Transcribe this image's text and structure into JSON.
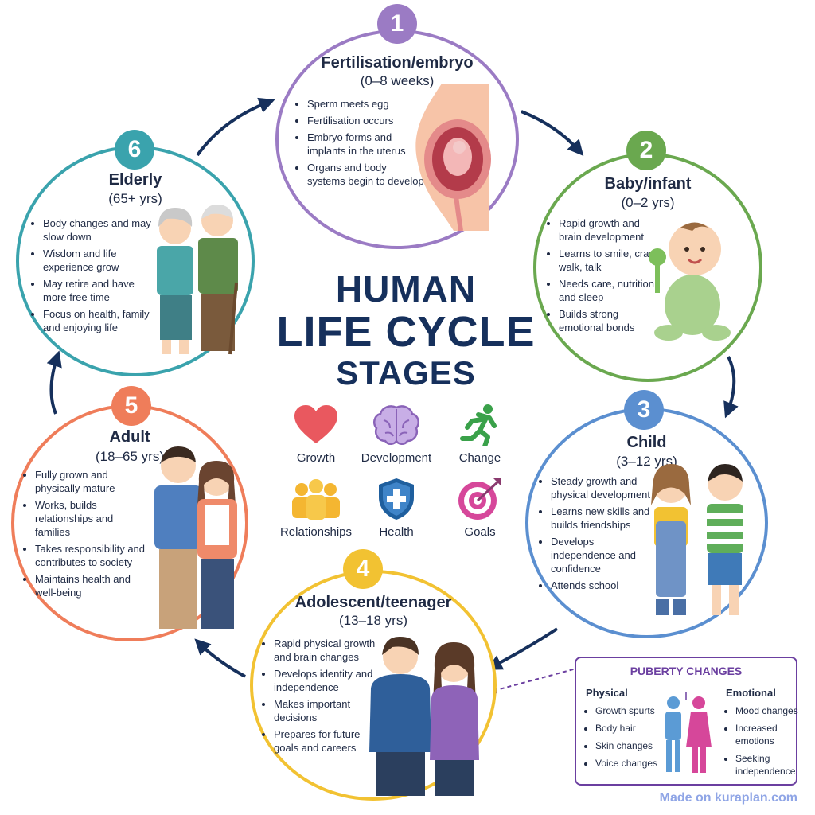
{
  "title": {
    "line1": "HUMAN",
    "line2": "LIFE CYCLE",
    "line3": "STAGES"
  },
  "stages": [
    {
      "number": "1",
      "name": "Fertilisation/embryo",
      "age": "(0–8 weeks)",
      "color": "#9b7bc4",
      "points": [
        "Sperm meets egg",
        "Fertilisation occurs",
        "Embryo forms and implants in the uterus",
        "Organs and body systems begin to develop"
      ]
    },
    {
      "number": "2",
      "name": "Baby/infant",
      "age": "(0–2 yrs)",
      "color": "#6aa84f",
      "points": [
        "Rapid growth and brain development",
        "Learns to smile, crawl, walk, talk",
        "Needs care, nutrition and sleep",
        "Builds strong emotional bonds"
      ]
    },
    {
      "number": "3",
      "name": "Child",
      "age": "(3–12 yrs)",
      "color": "#5b8fd0",
      "points": [
        "Steady growth and physical development",
        "Learns new skills and builds friendships",
        "Develops independence and confidence",
        "Attends school"
      ]
    },
    {
      "number": "4",
      "name": "Adolescent/teenager",
      "age": "(13–18 yrs)",
      "color": "#f2c232",
      "points": [
        "Rapid physical growth and brain changes",
        "Develops identity and independence",
        "Makes important decisions",
        "Prepares for future goals and careers"
      ]
    },
    {
      "number": "5",
      "name": "Adult",
      "age": "(18–65 yrs)",
      "color": "#ef7d5a",
      "points": [
        "Fully grown and physically mature",
        "Works, builds relationships and families",
        "Takes responsibility and contributes to society",
        "Maintains health and well-being"
      ]
    },
    {
      "number": "6",
      "name": "Elderly",
      "age": "(65+ yrs)",
      "color": "#3aa3ad",
      "points": [
        "Body changes and may slow down",
        "Wisdom and life experience grow",
        "May retire and have more free time",
        "Focus on health, family and enjoying life"
      ]
    }
  ],
  "themes": [
    {
      "label": "Growth",
      "icon": "heart-icon",
      "color": "#e9585f"
    },
    {
      "label": "Development",
      "icon": "brain-icon",
      "color": "#a77fd0"
    },
    {
      "label": "Change",
      "icon": "running-person-icon",
      "color": "#3aa14a"
    },
    {
      "label": "Relationships",
      "icon": "people-group-icon",
      "color": "#f4b631"
    },
    {
      "label": "Health",
      "icon": "shield-cross-icon",
      "color": "#1f5f9e"
    },
    {
      "label": "Goals",
      "icon": "target-arrow-icon",
      "color": "#d6479a"
    }
  ],
  "puberty": {
    "title": "PUBERTY CHANGES",
    "physical_heading": "Physical",
    "physical": [
      "Growth spurts",
      "Body hair",
      "Skin changes",
      "Voice changes"
    ],
    "emotional_heading": "Emotional",
    "emotional": [
      "Mood changes",
      "Increased emotions",
      "Seeking independence"
    ]
  },
  "credit": "Made on kuraplan.com",
  "colors": {
    "title": "#16305c",
    "arrow": "#16305c",
    "puberty_border": "#6b3fa0"
  }
}
